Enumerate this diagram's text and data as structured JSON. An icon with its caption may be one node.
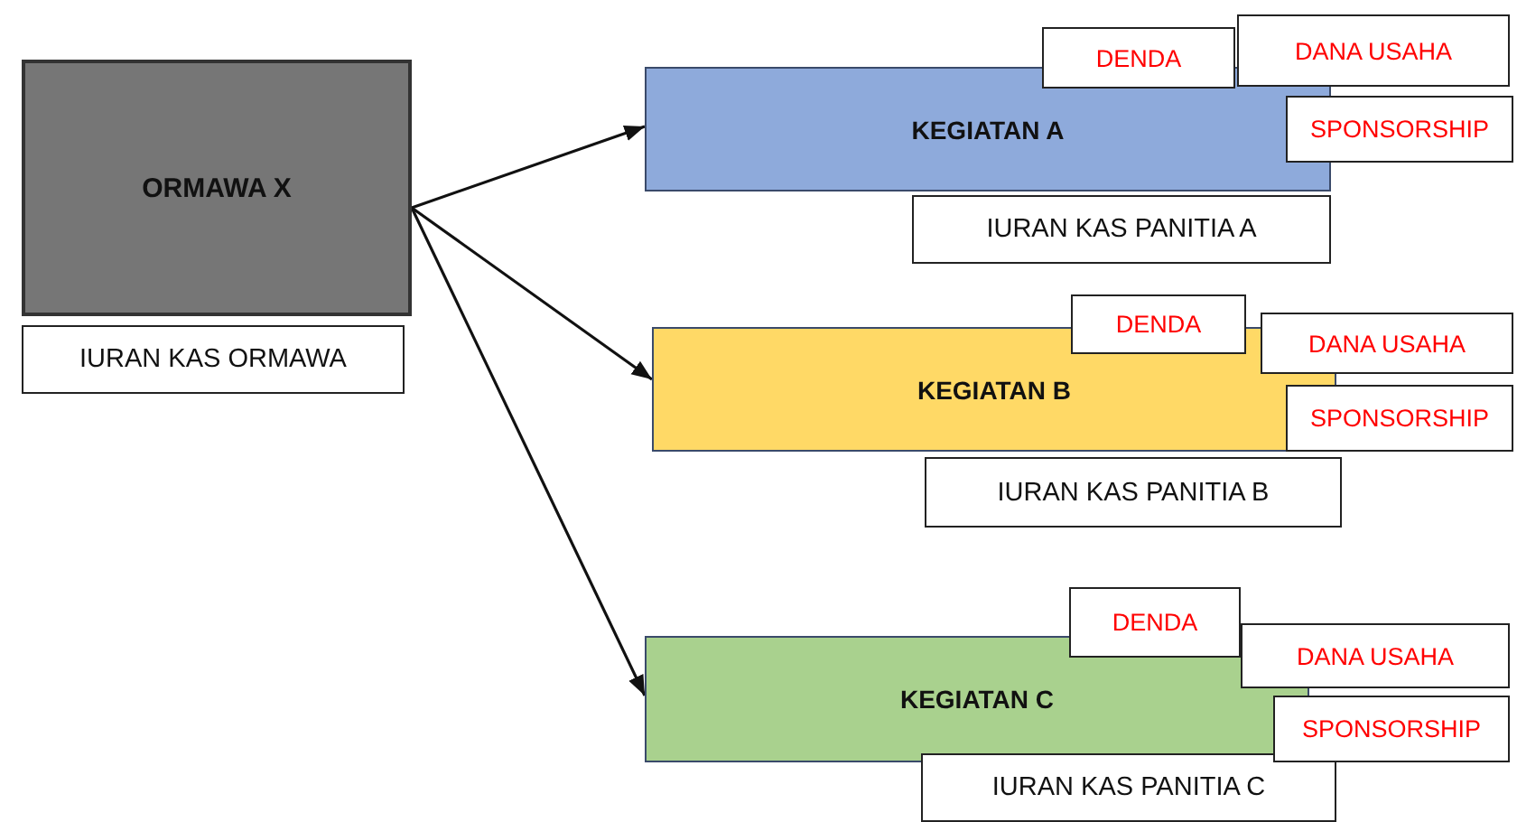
{
  "diagram": {
    "nodes": [
      {
        "text": [
          "ORMAWA X"
        ]
      },
      {
        "text": [
          "IURAN KAS ORMAWA"
        ]
      },
      {
        "text": [
          "KEGIATAN A"
        ]
      },
      {
        "text": [
          "DENDA"
        ]
      },
      {
        "text": [
          "DANA USAHA"
        ]
      },
      {
        "text": [
          "SPONSORSHIP"
        ]
      },
      {
        "text": [
          "IURAN KAS PANITIA A"
        ]
      },
      {
        "text": [
          "KEGIATAN B"
        ]
      },
      {
        "text": [
          "DENDA"
        ]
      },
      {
        "text": [
          "DANA USAHA"
        ]
      },
      {
        "text": [
          "SPONSORSHIP"
        ]
      },
      {
        "text": [
          "IURAN KAS PANITIA B"
        ]
      },
      {
        "text": [
          "KEGIATAN C"
        ]
      },
      {
        "text": [
          "DENDA"
        ]
      },
      {
        "text": [
          "DANA USAHA"
        ]
      },
      {
        "text": [
          "SPONSORSHIP"
        ]
      },
      {
        "text": [
          "IURAN KAS PANITIA C"
        ]
      }
    ],
    "edges": [
      {
        "from": 0,
        "to": 2,
        "arrow": "to"
      },
      {
        "from": 0,
        "to": 7,
        "arrow": "to"
      },
      {
        "from": 0,
        "to": 12,
        "arrow": "to"
      }
    ]
  }
}
